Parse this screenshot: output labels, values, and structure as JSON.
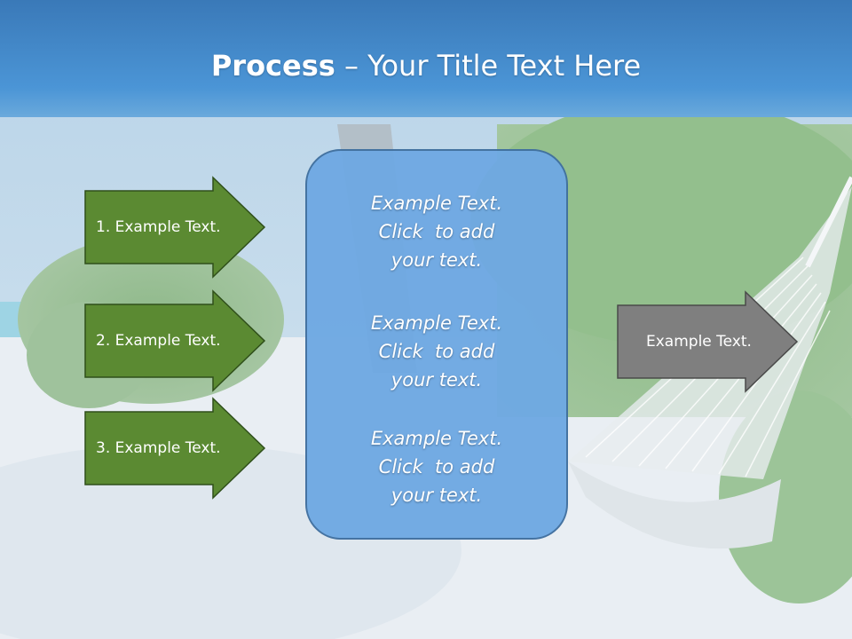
{
  "title": {
    "bold": "Process",
    "rest": " – Your Title Text Here"
  },
  "left_arrows": [
    {
      "label": "1. Example Text."
    },
    {
      "label": "2. Example Text."
    },
    {
      "label": "3. Example Text."
    }
  ],
  "center_blocks": [
    {
      "line1": "Example Text.",
      "line2": "Click  to add",
      "line3": "your text."
    },
    {
      "line1": "Example Text.",
      "line2": "Click  to add",
      "line3": "your text."
    },
    {
      "line1": "Example Text.",
      "line2": "Click  to add",
      "line3": "your text."
    }
  ],
  "right_arrow": {
    "label": "Example Text."
  },
  "colors": {
    "header_blue": "#3f8ad0",
    "green_arrow": "#5b8a32",
    "green_border": "#2f4f1a",
    "gray_arrow": "#7f7f7f",
    "panel_blue": "#6fa9e3"
  }
}
